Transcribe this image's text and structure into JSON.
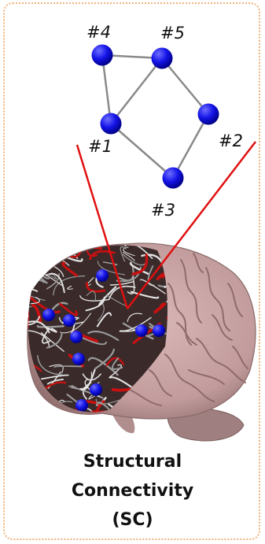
{
  "network": {
    "nodes": [
      {
        "id": "1",
        "label": "#1"
      },
      {
        "id": "2",
        "label": "#2"
      },
      {
        "id": "3",
        "label": "#3"
      },
      {
        "id": "4",
        "label": "#4"
      },
      {
        "id": "5",
        "label": "#5"
      }
    ],
    "edges": [
      [
        "4",
        "5"
      ],
      [
        "4",
        "1"
      ],
      [
        "1",
        "5"
      ],
      [
        "5",
        "2"
      ],
      [
        "2",
        "3"
      ],
      [
        "1",
        "3"
      ]
    ]
  },
  "caption": {
    "line1": "Structural",
    "line2": "Connectivity",
    "line3": "(SC)"
  },
  "colors": {
    "node": "#1010e0",
    "edge": "#8a8a8a",
    "pointer": "#e01010",
    "brain": "#c8a2a2",
    "fibers": "#d8d8d8",
    "border": "#f0b27a"
  }
}
